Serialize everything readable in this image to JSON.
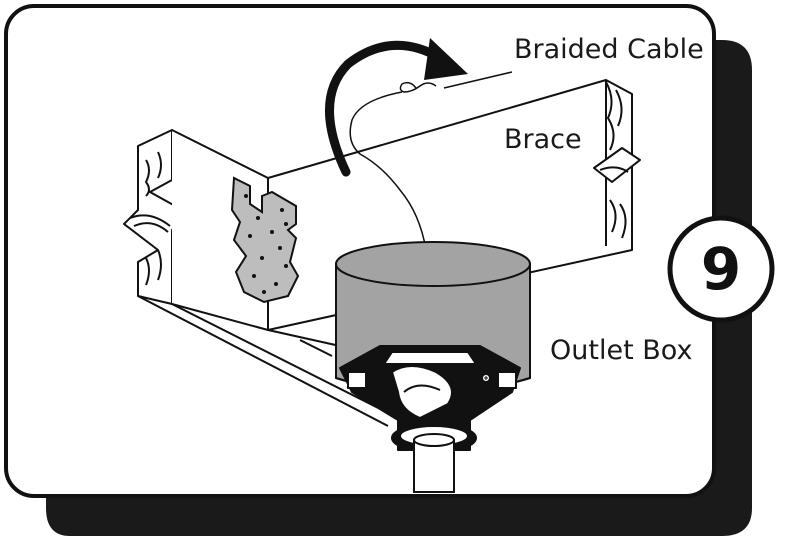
{
  "labels": {
    "braided_cable": "Braided Cable",
    "brace": "Brace",
    "outlet_box": "Outlet Box"
  },
  "step_number": "9",
  "colors": {
    "outline": "#111111",
    "frame_shadow": "#1a1a1a",
    "outlet_box_fill": "#a3a3a3",
    "bracket_fill": "#bdbdbd",
    "background": "#ffffff"
  }
}
